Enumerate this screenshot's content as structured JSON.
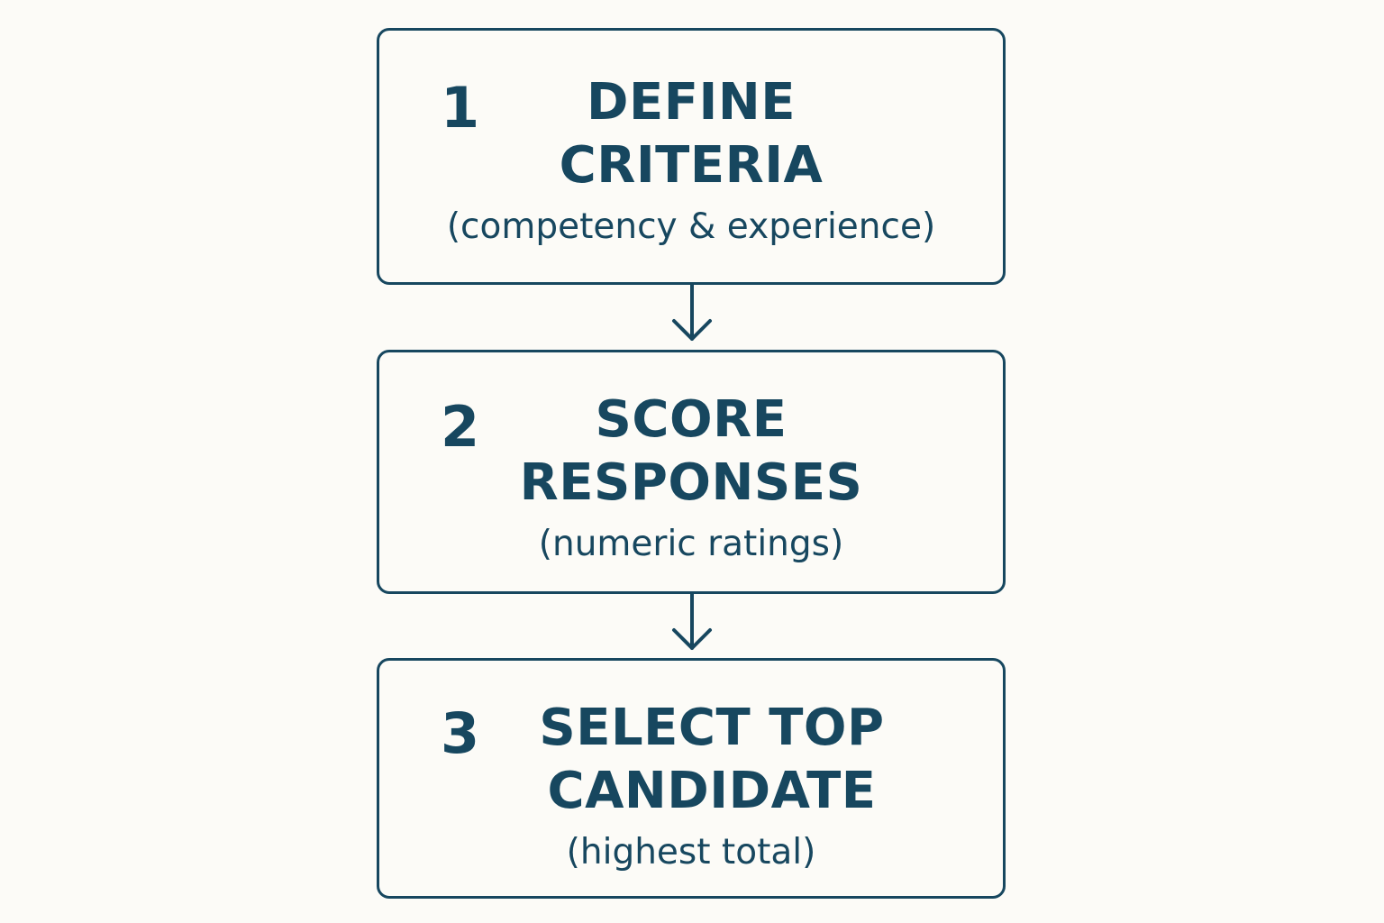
{
  "steps": [
    {
      "number": "1",
      "title_line1": "DEFINE",
      "title_line2": "CRITERIA",
      "subtitle": "(competency & experience)"
    },
    {
      "number": "2",
      "title_line1": "SCORE",
      "title_line2": "RESPONSES",
      "subtitle": "(numeric ratings)"
    },
    {
      "number": "3",
      "title_line1": "SELECT TOP",
      "title_line2": "CANDIDATE",
      "subtitle": "(highest total)"
    }
  ],
  "colors": {
    "ink": "#17475f",
    "background": "#fcfbf7"
  },
  "icons": {
    "connector": "arrow-down-icon"
  }
}
